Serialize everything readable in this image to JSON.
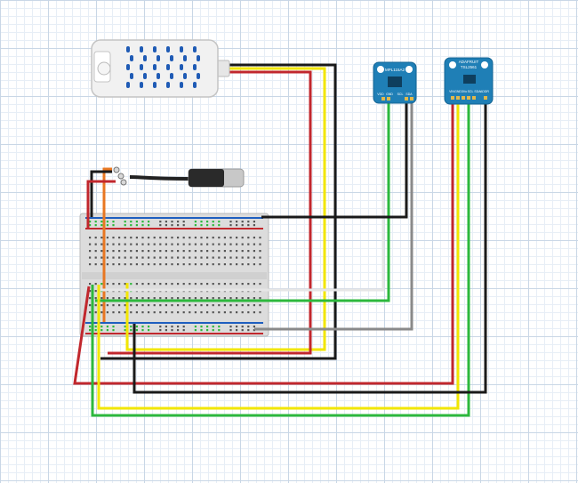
{
  "canvas": {
    "background": "#ffffff",
    "grid_major": "#c9d7e6",
    "grid_minor": "#e7eef6"
  },
  "components": {
    "humidity_sensor": {
      "icon": "humidity-sensor-icon",
      "body_color": "#f1f1f1",
      "vent_color": "#1f5bb5"
    },
    "temp_probe": {
      "icon": "temperature-probe-icon",
      "cable_color": "#222222",
      "tip_color": "#c8c8c8"
    },
    "sensor_board_1": {
      "icon": "sensor-breakout-icon",
      "board_color": "#1f7fb6",
      "title": "MPL115A2",
      "pins": [
        "VDD",
        "GND",
        "SCL",
        "SDA"
      ]
    },
    "sensor_board_2": {
      "icon": "sensor-breakout-icon",
      "board_color": "#1f7fb6",
      "title": "ADAFRUIT",
      "subtitle": "TSL2561",
      "pins": [
        "VIN",
        "GND",
        "3Vo",
        "SCL",
        "SDA",
        "ADDR"
      ]
    },
    "breadboard": {
      "icon": "breadboard-icon",
      "body_color": "#dcdcdc"
    }
  },
  "wire_colors": {
    "red": "#c1272d",
    "black": "#1a1a1a",
    "yellow": "#f2e600",
    "green": "#2db83d",
    "white": "#e6e6e6",
    "gray": "#8a8a8a",
    "orange": "#e87722"
  }
}
